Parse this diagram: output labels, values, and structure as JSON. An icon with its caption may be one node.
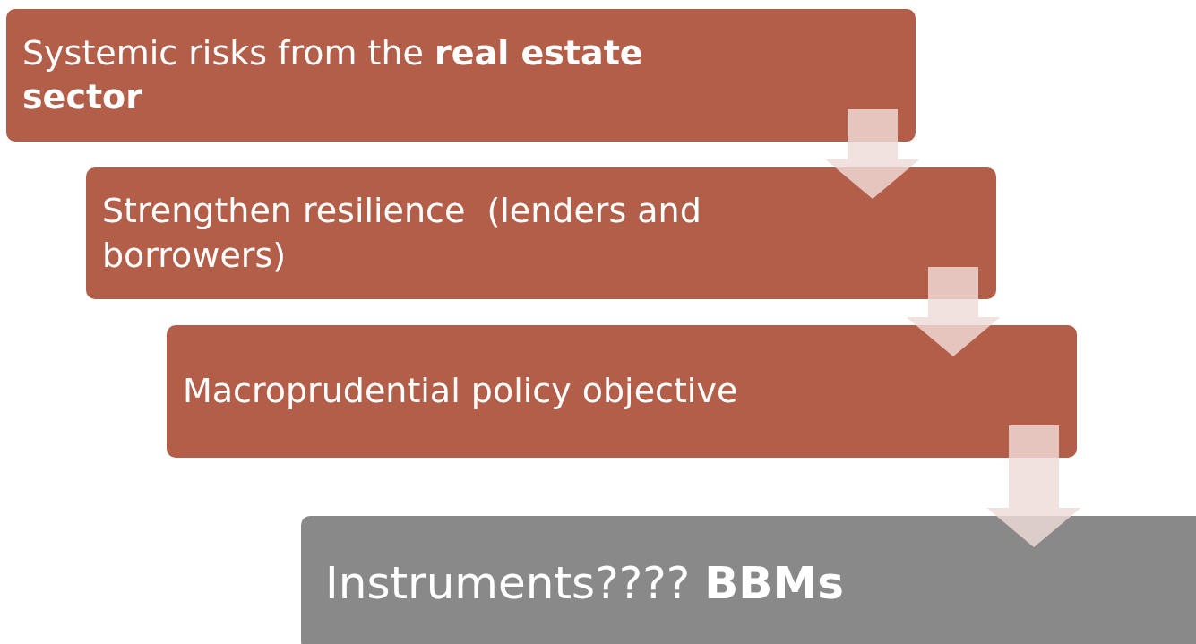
{
  "diagram": {
    "nodes": [
      {
        "text": [
          "Systemic risks from the **real estate sector**"
        ]
      },
      {
        "text": [
          "Strengthen resilience  (lenders and borrowers)"
        ]
      },
      {
        "text": [
          "Macroprudential policy objective"
        ]
      },
      {
        "text": [
          "Instruments???? **BBMs**"
        ]
      }
    ],
    "edges": [
      {
        "from": 0,
        "to": 1,
        "arrow": "to"
      },
      {
        "from": 1,
        "to": 2,
        "arrow": "to"
      },
      {
        "from": 2,
        "to": 3,
        "arrow": "to"
      }
    ]
  }
}
